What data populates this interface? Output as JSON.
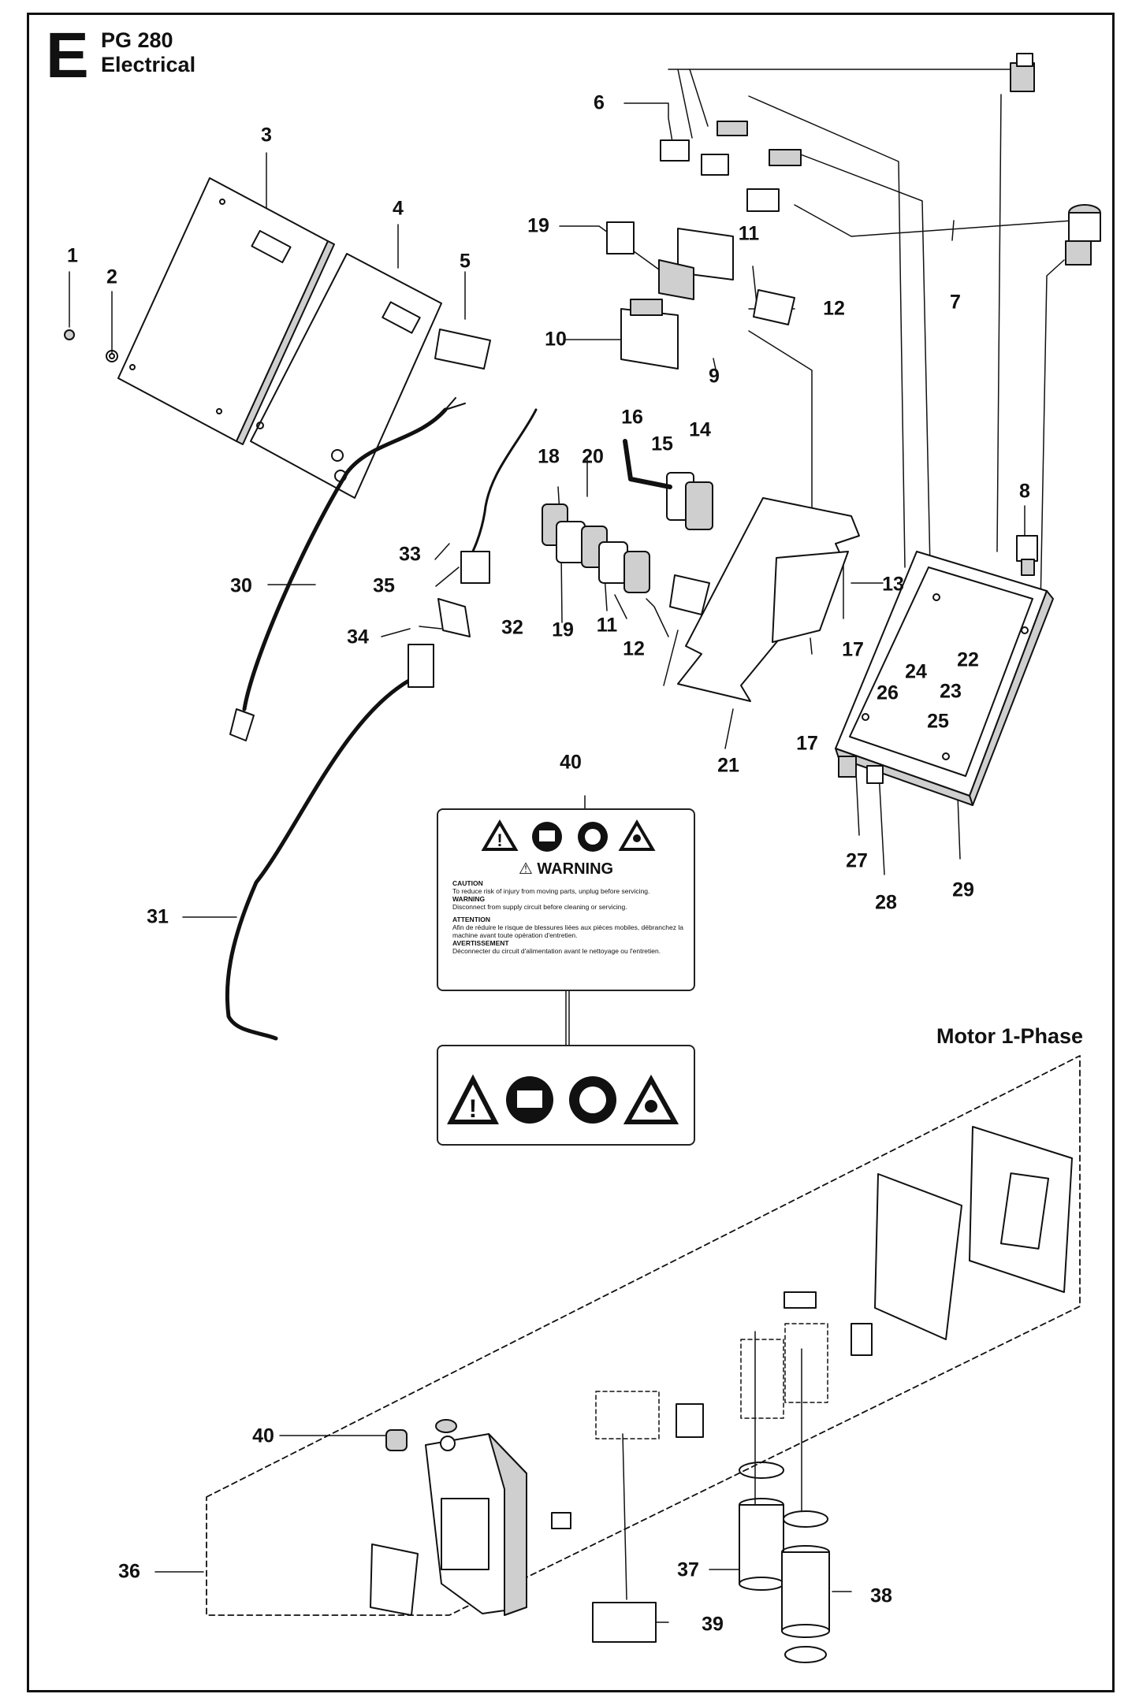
{
  "section": {
    "letter": "E",
    "model": "PG 280",
    "name": "Electrical"
  },
  "group_title": "Motor 1-Phase",
  "callouts": {
    "c1": "1",
    "c2": "2",
    "c3": "3",
    "c4": "4",
    "c5": "5",
    "c6": "6",
    "c7": "7",
    "c8": "8",
    "c9": "9",
    "c10": "10",
    "c11a": "11",
    "c11b": "11",
    "c12a": "12",
    "c12b": "12",
    "c13": "13",
    "c14": "14",
    "c15": "15",
    "c16": "16",
    "c17a": "17",
    "c17b": "17",
    "c18": "18",
    "c19a": "19",
    "c19b": "19",
    "c20": "20",
    "c21": "21",
    "c22": "22",
    "c23": "23",
    "c24": "24",
    "c25": "25",
    "c26": "26",
    "c27": "27",
    "c28": "28",
    "c29": "29",
    "c30": "30",
    "c31": "31",
    "c32": "32",
    "c33": "33",
    "c34": "34",
    "c35": "35",
    "c36": "36",
    "c37": "37",
    "c38": "38",
    "c39": "39",
    "c40a": "40",
    "c40b": "40"
  },
  "warning_decal": {
    "heading": "⚠ WARNING",
    "caution_label": "CAUTION",
    "caution_text": "To reduce risk of injury from moving parts, unplug before servicing.",
    "warning_label": "WARNING",
    "warning_text": "Disconnect from supply circuit before cleaning or servicing.",
    "attention_label": "ATTENTION",
    "attention_text": "Afin de réduire le risque de blessures liées aux pièces mobiles, débranchez la machine avant toute opération d'entretien.",
    "avertissement_label": "AVERTISSEMENT",
    "avertissement_text": "Déconnecter du circuit d'alimentation avant le nettoyage ou l'entretien."
  },
  "icons": [
    "warning-triangle-icon",
    "read-manual-icon",
    "ear-protection-icon",
    "dust-hazard-icon"
  ],
  "colors": {
    "line": "#111111",
    "fill": "#ffffff",
    "shade": "#cfcfcf"
  }
}
